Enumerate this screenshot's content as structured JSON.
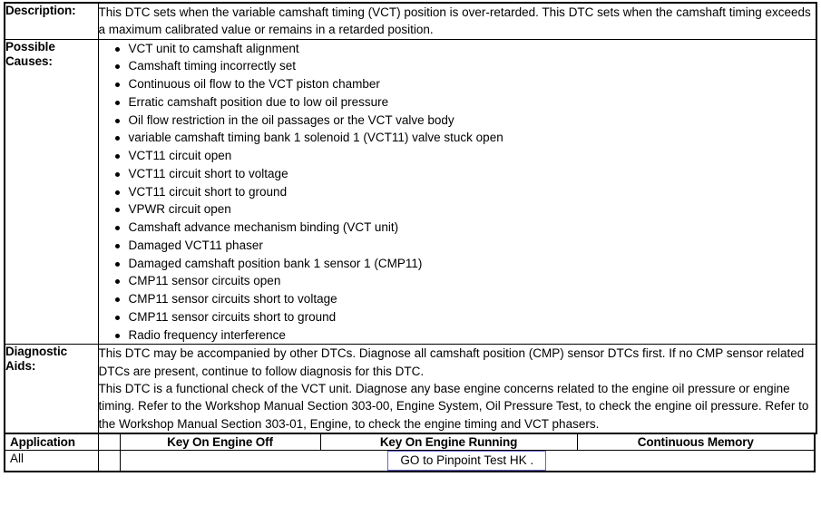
{
  "document": {
    "type": "dtc-diagnostic-table",
    "rows": [
      {
        "label_line1": "Description:",
        "label_line2": "",
        "paragraphs": [
          "This DTC sets when the variable camshaft timing (VCT) position is over-retarded. This DTC sets when the camshaft timing exceeds a maximum calibrated value or remains in a retarded position."
        ]
      },
      {
        "label_line1": "Possible",
        "label_line2": "Causes:",
        "bullets": [
          "VCT unit to camshaft alignment",
          "Camshaft timing incorrectly set",
          "Continuous oil flow to the VCT piston chamber",
          "Erratic camshaft position due to low oil pressure",
          "Oil flow restriction in the oil passages or the VCT valve body",
          "variable camshaft timing bank 1 solenoid 1 (VCT11) valve stuck open",
          "VCT11 circuit open",
          "VCT11 circuit short to voltage",
          "VCT11 circuit short to ground",
          "VPWR circuit open",
          "Camshaft advance mechanism binding (VCT unit)",
          "Damaged VCT11 phaser",
          "Damaged camshaft position bank 1 sensor 1 (CMP11)",
          "CMP11 sensor circuits open",
          "CMP11 sensor circuits short to voltage",
          "CMP11 sensor circuits short to ground",
          "Radio frequency interference"
        ]
      },
      {
        "label_line1": "Diagnostic",
        "label_line2": "Aids:",
        "paragraphs": [
          "This DTC may be accompanied by other DTCs. Diagnose all camshaft position (CMP) sensor DTCs first. If no CMP sensor related DTCs are present, continue to follow diagnosis for this DTC.",
          "This DTC is a functional check of the VCT unit. Diagnose any base engine concerns related to the engine oil pressure or engine timing. Refer to the Workshop Manual Section 303-00, Engine System, Oil Pressure Test, to check the engine oil pressure. Refer to the Workshop Manual Section 303-01, Engine, to check the engine timing and VCT phasers."
        ]
      }
    ]
  },
  "application_table": {
    "headers": {
      "application": "Application",
      "spacer": "",
      "key_on_engine_off": "Key On Engine Off",
      "key_on_engine_running": "Key On Engine Running",
      "continuous_memory": "Continuous Memory"
    },
    "rows": [
      {
        "application": "All",
        "spacer": "",
        "action_link": "GO to Pinpoint Test HK ."
      }
    ]
  },
  "colors": {
    "link_box_border": "#6767cf",
    "table_border": "#000000",
    "text": "#000000",
    "background": "#ffffff"
  }
}
